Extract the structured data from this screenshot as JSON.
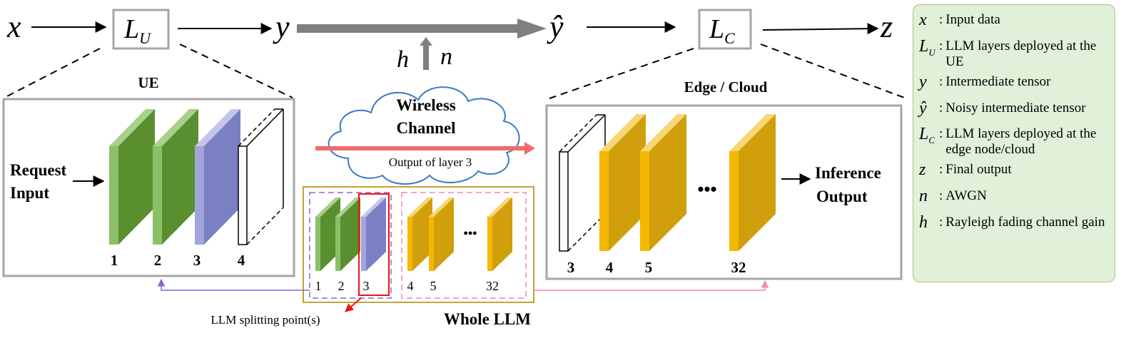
{
  "flow": {
    "x": "x",
    "lu_main": "L",
    "lu_sub": "U",
    "y": "y",
    "yhat": "ŷ",
    "lc_main": "L",
    "lc_sub": "C",
    "z": "z",
    "h": "h",
    "n": "n"
  },
  "ue": {
    "title": "UE",
    "request_line1": "Request",
    "request_line2": "Input",
    "layer_labels": [
      "1",
      "2",
      "3",
      "4"
    ]
  },
  "channel": {
    "cloud_line1": "Wireless",
    "cloud_line2": "Channel",
    "output_text": "Output of layer 3"
  },
  "edge": {
    "title": "Edge / Cloud",
    "inference_line1": "Inference",
    "inference_line2": "Output",
    "layer_labels": [
      "3",
      "4",
      "5",
      "32"
    ],
    "ellipsis": "•••"
  },
  "whole_llm": {
    "title": "Whole LLM",
    "layer_labels": [
      "1",
      "2",
      "3",
      "4",
      "5",
      "32"
    ],
    "ellipsis": "•••",
    "split_label": "LLM splitting point(s)"
  },
  "legend": [
    {
      "sym": "x",
      "sub": "",
      "desc": "Input data"
    },
    {
      "sym": "L",
      "sub": "U",
      "desc": "LLM layers deployed at the UE"
    },
    {
      "sym": "y",
      "sub": "",
      "desc": "Intermediate tensor"
    },
    {
      "sym": "ŷ",
      "sub": "",
      "desc": "Noisy intermediate tensor"
    },
    {
      "sym": "L",
      "sub": "C",
      "desc": "LLM layers deployed at the edge node/cloud"
    },
    {
      "sym": "z",
      "sub": "",
      "desc": "Final output"
    },
    {
      "sym": "n",
      "sub": "",
      "desc": "AWGN"
    },
    {
      "sym": "h",
      "sub": "",
      "desc": "Rayleigh fading channel gain"
    }
  ],
  "colors": {
    "green": "#5a8f2f",
    "purple": "#7b7fc4",
    "gold": "#d19e0c",
    "red": "#f06b6f",
    "gray_arrow": "#7f7f7f",
    "frame": "#a6a6a6",
    "legend_bg": "#e2efd9"
  }
}
